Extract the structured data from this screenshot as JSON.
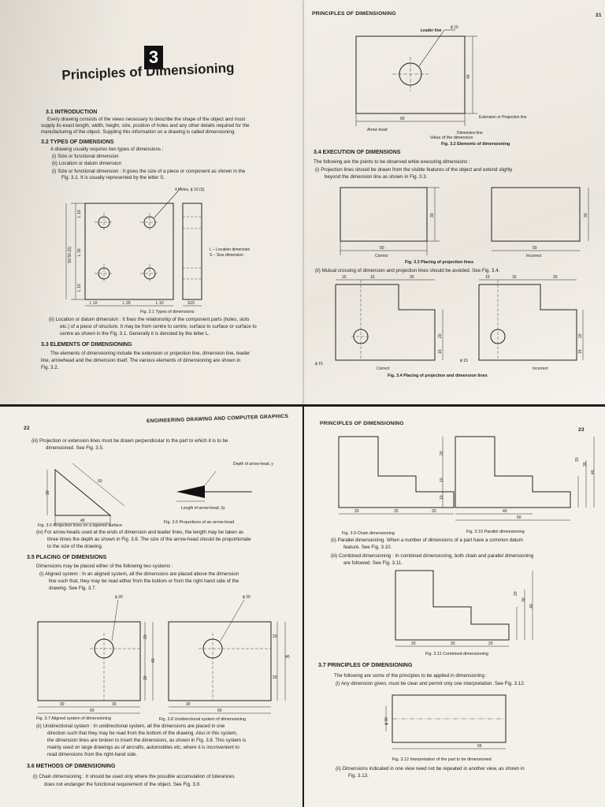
{
  "p1": {
    "chapter_number": "3",
    "chapter_title": "Principles of Dimensioning",
    "s31_heading": "3.1  INTRODUCTION",
    "s31_l1": "Every drawing consists of the views necessary to describe the shape of the object and must",
    "s31_l2": "supply its exact length, width, height, size, position of holes and any other details required for the",
    "s31_l3": "manufacturing of the object. Suppling this information on a drawing is called dimensioning.",
    "s32_heading": "3.2  TYPES OF DIMENSIONS",
    "s32_intro": "A drawing usually requires two types of dimensions :",
    "s32_i": "(i)   Size or functional dimension",
    "s32_ii": "(ii)  Location or datum dimension",
    "s32_i_desc1": "(i)   Size or functional dimension : It gives the size of a piece or component as shown in the",
    "s32_i_desc2": "Fig. 3.1.  It is usually represented by the letter S.",
    "fig31_holes": "4 Holes, ϕ 10 (S)",
    "fig31_L": "L – Location dimension",
    "fig31_S": "S – Size dimension",
    "fig31_caption": "Fig. 3.1  Types of dimensions",
    "fig31_dims": {
      "L10": "L 10",
      "L30": "L 30",
      "L20": "L 20",
      "S50": "S0 50 (S)",
      "S15": "S15"
    },
    "s32_ii_desc1": "(ii)  Location or datum dimension : It fixes the relationship of the component parts (holes, slots",
    "s32_ii_desc2": "etc.) of a piece of structure. It may be from centre to centre, surface to surface or surface to",
    "s32_ii_desc3": "centre as shown in the Fig. 3.1. Generally it is denoted by the letter L.",
    "s33_heading": "3.3  ELEMENTS OF DIMENSIONING",
    "s33_l1": "The elements of dimensioning include the extension or projection line, dimension line, leader",
    "s33_l2": "line, arrowhead and the dimension itself.  The various elements of dimensioning are shown in",
    "s33_l3": "Fig. 3.2."
  },
  "p2": {
    "running_head": "PRINCIPLES OF DIMENSIONING",
    "page_number": "21",
    "fig32": {
      "leader": "Leader line",
      "phi15": "ϕ 15",
      "d40": "40",
      "d60": "60",
      "ext": "Extension or Projection line",
      "arrow": "Arrow head",
      "dimline": "Dimension line",
      "value": "Value of the dimension",
      "caption": "Fig. 3.2  Elements of dimensioning"
    },
    "s34_heading": "3.4  EXECUTION OF DIMENSIONS",
    "s34_intro": "The following are the points to be observed while executing dimensions :",
    "s34_i1": "(i)  Projection lines should be drawn from the visible features of the object and extend slighly",
    "s34_i2": "beyond the dimension line as shown in Fig. 3.3.",
    "fig33": {
      "d30": "30",
      "d50a": "50",
      "d50b": "50",
      "correct": "Correct",
      "incorrect": "Incorrect",
      "caption": "Fig. 3.3  Placing of projection lines"
    },
    "s34_ii": "(ii)  Mutual crossing of dimension and projection lines should be avoided.  See Fig. 3.4.",
    "fig34": {
      "d15a": "15",
      "d15b": "15",
      "d20": "20",
      "d20v": "20",
      "d15v": "15",
      "phi15": "ϕ 15",
      "correct": "Correct",
      "incorrect": "Incorrect",
      "caption": "Fig. 3.4  Placing of projection and dimension lines"
    }
  },
  "p3": {
    "page_number": "22",
    "running_head": "ENGINEERING DRAWING AND COMPUTER GRAPHICS",
    "iii_l1": "(iii)  Projection or extension lines must be drawn perpendicular to the part to which it is to be",
    "iii_l2": "dimensioned.  See Fig. 3.5.",
    "fig35": {
      "d30": "30",
      "d40": "40",
      "d50": "50",
      "caption": "Fig. 3.5  Projection lines on a tapered surface"
    },
    "fig36": {
      "depth": "Depth of arrow-head, y",
      "length": "Length of arrow-head, 3y",
      "caption": "Fig. 3.6  Proportions of an arrow-head"
    },
    "iv_l1": "(iv)  For arrow-heads used at the ends of dimension and leader lines, the length may be taken as",
    "iv_l2": "three times the depth as shown in Fig. 3.6. The size of the arrow-head should be proportionate",
    "iv_l3": "to the size of the drawing.",
    "s35_heading": "3.5  PLACING OF DIMENSIONS",
    "s35_intro": "Dimensions may be placed either of the following two systems :",
    "s35_i1": "(i)  Aligned system : In an aligned system, all the dimensions are placed above the dimension",
    "s35_i2": "line such that, they may be read either from the bottom or from the right hand side of the",
    "s35_i3": "drawing.  See Fig. 3.7.",
    "fig37": {
      "phi20": "ϕ 20",
      "d20a": "20",
      "d40": "40",
      "d20b": "20",
      "d30a": "30",
      "d30b": "30",
      "d60": "60",
      "caption": "Fig. 3.7  Aligned system of dimensioning"
    },
    "fig38": {
      "phi20": "ϕ 20",
      "d20a": "20",
      "d40": "40",
      "d20b": "20",
      "d30": "30",
      "d60": "60",
      "caption": "Fig. 3.8  Unidirectional system of dimensioning"
    },
    "s35_ii1": "(ii)  Unidirectional system : In unidirectional system, all the dimensions are placed in one",
    "s35_ii2": "direction such that they may be read from the bottom of the drawing.  Also in this system,",
    "s35_ii3": "the dimension lines are broken to insert the dimensions, as shown in Fig. 3.8.  This system is",
    "s35_ii4": "mainly used on large drawings as of aircrafts, automobiles etc, where it is inconvenient to",
    "s35_ii5": "read dimensions from the right-hand side.",
    "s36_heading": "3.6  METHODS OF DIMENSIONING",
    "s36_i1": "(i)  Chain dimensioning : It should be used only where the possible accumulation of tolerances",
    "s36_i2": "does not endanger the functional requirement of the object.  See Fig. 3.9."
  },
  "p4": {
    "running_head": "PRINCIPLES OF DIMENSIONING",
    "page_number": "23",
    "fig39": {
      "d20": "20",
      "d10a": "10",
      "d10b": "10",
      "h20a": "20",
      "h20b": "20",
      "h20c": "20",
      "caption": "Fig. 3.9  Chain dimensioning"
    },
    "fig310": {
      "d20": "20",
      "d30": "30",
      "d40": "40",
      "h40": "40",
      "h60": "60",
      "caption": "Fig. 3.10  Parallel dimensioning"
    },
    "ii_l1": "(ii)  Parallel dimensioning.  When a number of dimensions of a part have a common datum",
    "ii_l2": "feature.  See Fig. 3.10.",
    "iii_l1": "(iii)  Combined dimensioning : In combined dimensioning, both chain and parallel dimensioning",
    "iii_l2": "are followed.  See Fig. 3.11.",
    "fig311": {
      "d20": "20",
      "d30": "30",
      "d40": "40",
      "h20a": "20",
      "h20b": "20",
      "h20c": "20",
      "caption": "Fig. 3.11  Combined dimensioning"
    },
    "s37_heading": "3.7  PRINCIPLES OF DIMENSIONING",
    "s37_intro": "The following are some of the principles to be applied in dimensioning :",
    "s37_i": "(i)  Any dimension given, must be clear and permit only one interpretation.  See Fig. 3.12.",
    "fig312": {
      "phi30": "ϕ 30",
      "d55": "55",
      "caption": "Fig. 3.12  Interpretation of the part to be dimensioned"
    },
    "s37_ii1": "(ii)  Dimensions indicated in one view need not be repeated in another view, as shown in",
    "s37_ii2": "Fig. 3.13."
  }
}
